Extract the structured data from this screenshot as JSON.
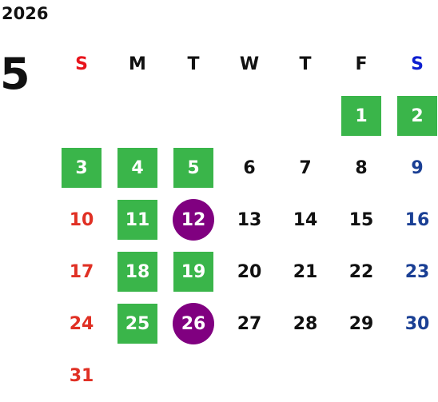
{
  "calendar": {
    "year": "2026",
    "month": "5",
    "weekdays": [
      "S",
      "M",
      "T",
      "W",
      "T",
      "F",
      "S"
    ],
    "colors": {
      "holiday": "#3ab54a",
      "special": "#800080",
      "sunday": "#e03024",
      "saturday": "#1a3f94",
      "text": "#111111"
    },
    "days": [
      {
        "day": "1",
        "type": "holiday",
        "weekday": 5
      },
      {
        "day": "2",
        "type": "holiday",
        "weekday": 6
      },
      {
        "day": "3",
        "type": "holiday",
        "weekday": 0
      },
      {
        "day": "4",
        "type": "holiday",
        "weekday": 1
      },
      {
        "day": "5",
        "type": "holiday",
        "weekday": 2
      },
      {
        "day": "6",
        "type": "normal",
        "weekday": 3
      },
      {
        "day": "7",
        "type": "normal",
        "weekday": 4
      },
      {
        "day": "8",
        "type": "normal",
        "weekday": 5
      },
      {
        "day": "9",
        "type": "saturday",
        "weekday": 6
      },
      {
        "day": "10",
        "type": "sunday",
        "weekday": 0
      },
      {
        "day": "11",
        "type": "holiday",
        "weekday": 1
      },
      {
        "day": "12",
        "type": "special",
        "weekday": 2
      },
      {
        "day": "13",
        "type": "normal",
        "weekday": 3
      },
      {
        "day": "14",
        "type": "normal",
        "weekday": 4
      },
      {
        "day": "15",
        "type": "normal",
        "weekday": 5
      },
      {
        "day": "16",
        "type": "saturday",
        "weekday": 6
      },
      {
        "day": "17",
        "type": "sunday",
        "weekday": 0
      },
      {
        "day": "18",
        "type": "holiday",
        "weekday": 1
      },
      {
        "day": "19",
        "type": "holiday",
        "weekday": 2
      },
      {
        "day": "20",
        "type": "normal",
        "weekday": 3
      },
      {
        "day": "21",
        "type": "normal",
        "weekday": 4
      },
      {
        "day": "22",
        "type": "normal",
        "weekday": 5
      },
      {
        "day": "23",
        "type": "saturday",
        "weekday": 6
      },
      {
        "day": "24",
        "type": "sunday",
        "weekday": 0
      },
      {
        "day": "25",
        "type": "holiday",
        "weekday": 1
      },
      {
        "day": "26",
        "type": "special",
        "weekday": 2
      },
      {
        "day": "27",
        "type": "normal",
        "weekday": 3
      },
      {
        "day": "28",
        "type": "normal",
        "weekday": 4
      },
      {
        "day": "29",
        "type": "normal",
        "weekday": 5
      },
      {
        "day": "30",
        "type": "saturday",
        "weekday": 6
      },
      {
        "day": "31",
        "type": "sunday",
        "weekday": 0
      }
    ]
  }
}
